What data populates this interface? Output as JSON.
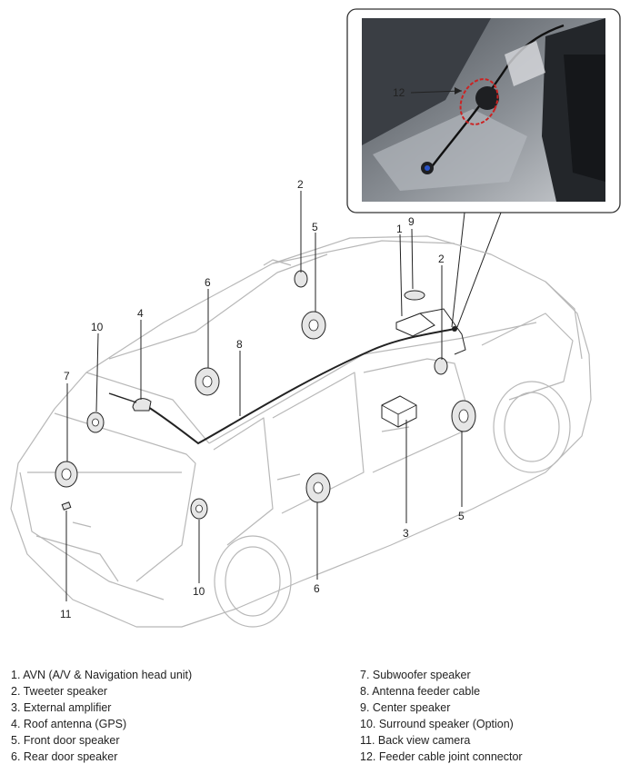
{
  "callouts": {
    "c1": "1",
    "c2a": "2",
    "c2b": "2",
    "c3": "3",
    "c4": "4",
    "c5a": "5",
    "c5b": "5",
    "c6a": "6",
    "c6b": "6",
    "c7": "7",
    "c8": "8",
    "c9": "9",
    "c10a": "10",
    "c10b": "10",
    "c11": "11",
    "c12": "12"
  },
  "legend": {
    "left": [
      "1. AVN (A/V & Navigation head unit)",
      "2. Tweeter speaker",
      "3. External amplifier",
      "4. Roof antenna (GPS)",
      "5. Front door speaker",
      "6. Rear door speaker"
    ],
    "right": [
      "7. Subwoofer speaker",
      "8. Antenna feeder cable",
      "9. Center speaker",
      "10. Surround speaker (Option)",
      "11. Back view camera",
      "12. Feeder cable joint connector"
    ]
  },
  "colors": {
    "line": "#222222",
    "car_outline": "#b8b8b8",
    "speaker_fill": "#e6e6e6",
    "photo_dark": "#2f3338",
    "highlight": "#cc2222"
  }
}
